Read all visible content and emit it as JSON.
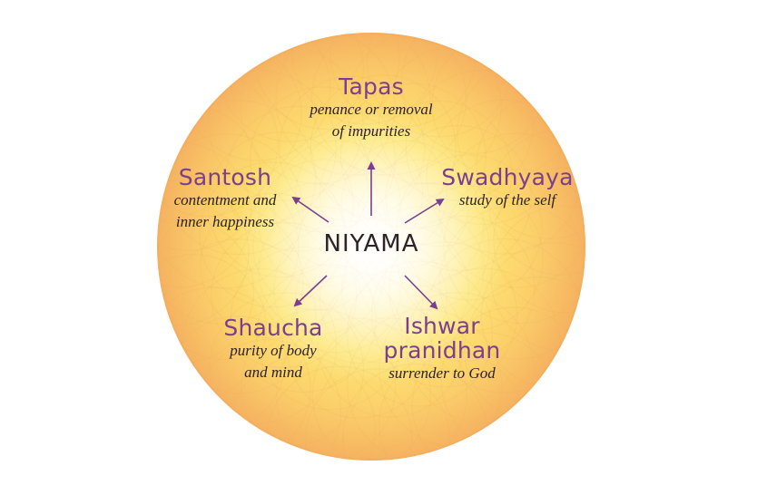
{
  "center": {
    "label": "NIYAMA"
  },
  "nodes": {
    "tapas": {
      "name": "Tapas",
      "desc_line1": "penance or removal",
      "desc_line2": "of impurities"
    },
    "swadhyaya": {
      "name": "Swadhyaya",
      "desc_line1": "study of the self"
    },
    "santosh": {
      "name": "Santosh",
      "desc_line1": "contentment and",
      "desc_line2": "inner happiness"
    },
    "shaucha": {
      "name": "Shaucha",
      "desc_line1": "purity of body",
      "desc_line2": "and mind"
    },
    "ishwar": {
      "name_line1": "Ishwar",
      "name_line2": "pranidhan",
      "desc_line1": "surrender to God"
    }
  },
  "colors": {
    "name_text": "#7a3f8e",
    "arrow": "#7a3f8e",
    "body_text": "#2a2226",
    "sphere_core": "#fffdf0",
    "sphere_mid": "#fde46b",
    "sphere_edge": "#f6b35d"
  }
}
